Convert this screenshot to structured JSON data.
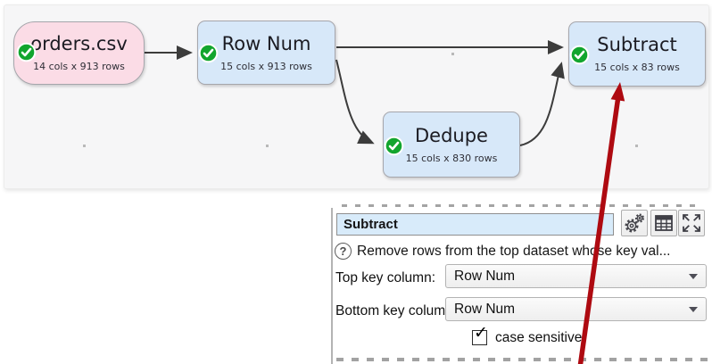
{
  "canvas": {
    "nodes": [
      {
        "title": "orders.csv",
        "subtitle": "14 cols x 913 rows",
        "status": "ok",
        "kind": "source"
      },
      {
        "title": "Row Num",
        "subtitle": "15 cols x 913 rows",
        "status": "ok",
        "kind": "transform"
      },
      {
        "title": "Dedupe",
        "subtitle": "15 cols x 830 rows",
        "status": "ok",
        "kind": "transform"
      },
      {
        "title": "Subtract",
        "subtitle": "15 cols x 83 rows",
        "status": "ok",
        "kind": "transform"
      }
    ],
    "edges": [
      {
        "from": "orders.csv",
        "to": "Row Num"
      },
      {
        "from": "Row Num",
        "to": "Subtract"
      },
      {
        "from": "Row Num",
        "to": "Dedupe"
      },
      {
        "from": "Dedupe",
        "to": "Subtract"
      }
    ],
    "colors": {
      "source_fill": "#fbdce6",
      "transform_fill": "#d7e8f9",
      "status_green": "#12a52e",
      "edge": "#3c3c3c",
      "background": "#f6f6f7"
    }
  },
  "annotation": {
    "shape": "red-arrow",
    "points_to": "Subtract",
    "color": "#ae0a11"
  },
  "panel": {
    "title_value": "Subtract",
    "toolbar": [
      {
        "name": "settings",
        "icon": "gears-icon"
      },
      {
        "name": "data-table",
        "icon": "table-icon"
      },
      {
        "name": "expand",
        "icon": "expand-icon"
      }
    ],
    "help_glyph": "?",
    "description": "Remove rows from the top dataset whose key val...",
    "fields": [
      {
        "label": "Top key column:",
        "value": "Row Num"
      },
      {
        "label": "Bottom key column:",
        "value": "Row Num"
      }
    ],
    "checkbox": {
      "label": "case sensitive",
      "checked": true,
      "check_glyph": "✓"
    }
  }
}
